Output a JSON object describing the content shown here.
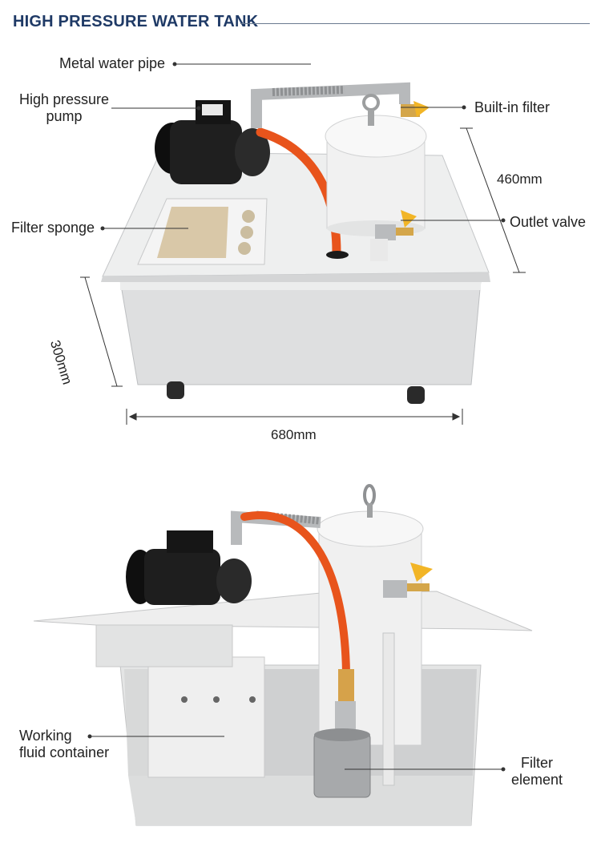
{
  "page": {
    "title": "HIGH PRESSURE WATER TANK"
  },
  "top_photo": {
    "labels": {
      "metal_water_pipe": "Metal water pipe",
      "pump_line1": "High pressure",
      "pump_line2": "pump",
      "built_in_filter": "Built-in filter",
      "filter_sponge": "Filter sponge",
      "outlet_valve": "Outlet valve"
    },
    "dimensions": {
      "depth": "460mm",
      "height": "300mm",
      "width": "680mm"
    }
  },
  "bottom_photo": {
    "labels": {
      "container_line1": "Working",
      "container_line2": "fluid container",
      "filter_element_line1": "Filter",
      "filter_element_line2": "element"
    }
  },
  "colors": {
    "title": "#1f3a66",
    "hose": "#e8541c",
    "tank": "#e6e7e7",
    "motor": "#1c1c1c",
    "valve": "#f2b526"
  }
}
